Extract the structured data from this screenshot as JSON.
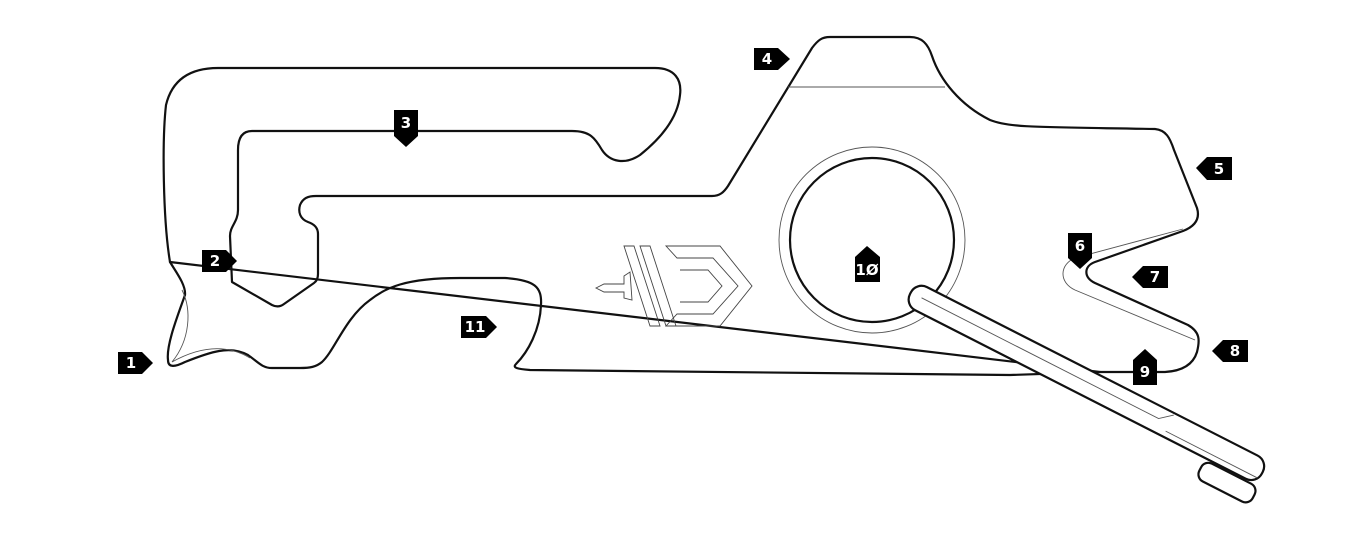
{
  "diagram": {
    "callouts": [
      "1",
      "2",
      "3",
      "4",
      "5",
      "6",
      "7",
      "8",
      "9",
      "1Ø",
      "11"
    ],
    "colors": {
      "line": "#111111",
      "tag": "#000000",
      "tag_text": "#ffffff"
    }
  }
}
